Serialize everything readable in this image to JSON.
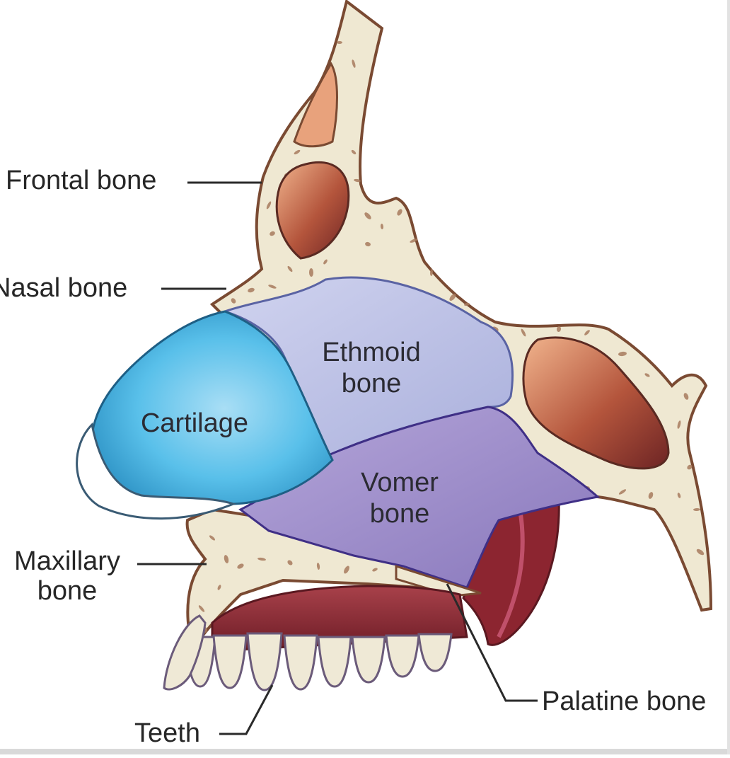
{
  "labels": {
    "frontal": "Frontal bone",
    "nasal": "Nasal bone",
    "maxillary_line1": "Maxillary",
    "maxillary_line2": "bone",
    "teeth": "Teeth",
    "palatine": "Palatine bone",
    "cartilage": "Cartilage",
    "ethmoid_line1": "Ethmoid",
    "ethmoid_line2": "bone",
    "vomer_line1": "Vomer",
    "vomer_line2": "bone"
  },
  "colors": {
    "bone_fill": "#efe8d2",
    "bone_outline": "#7a4a32",
    "bone_spots": "#a77a5e",
    "sinus_light": "#e8a27c",
    "sinus_dark": "#7a2e28",
    "cartilage": "#4cb8e6",
    "cartilage_light": "#9ad7f1",
    "ethmoid": "#c2c6e8",
    "vomer": "#9d8cc7",
    "gum": "#8c2530",
    "tooth": "#efe9d6",
    "leader_line": "#2a2a2a"
  }
}
